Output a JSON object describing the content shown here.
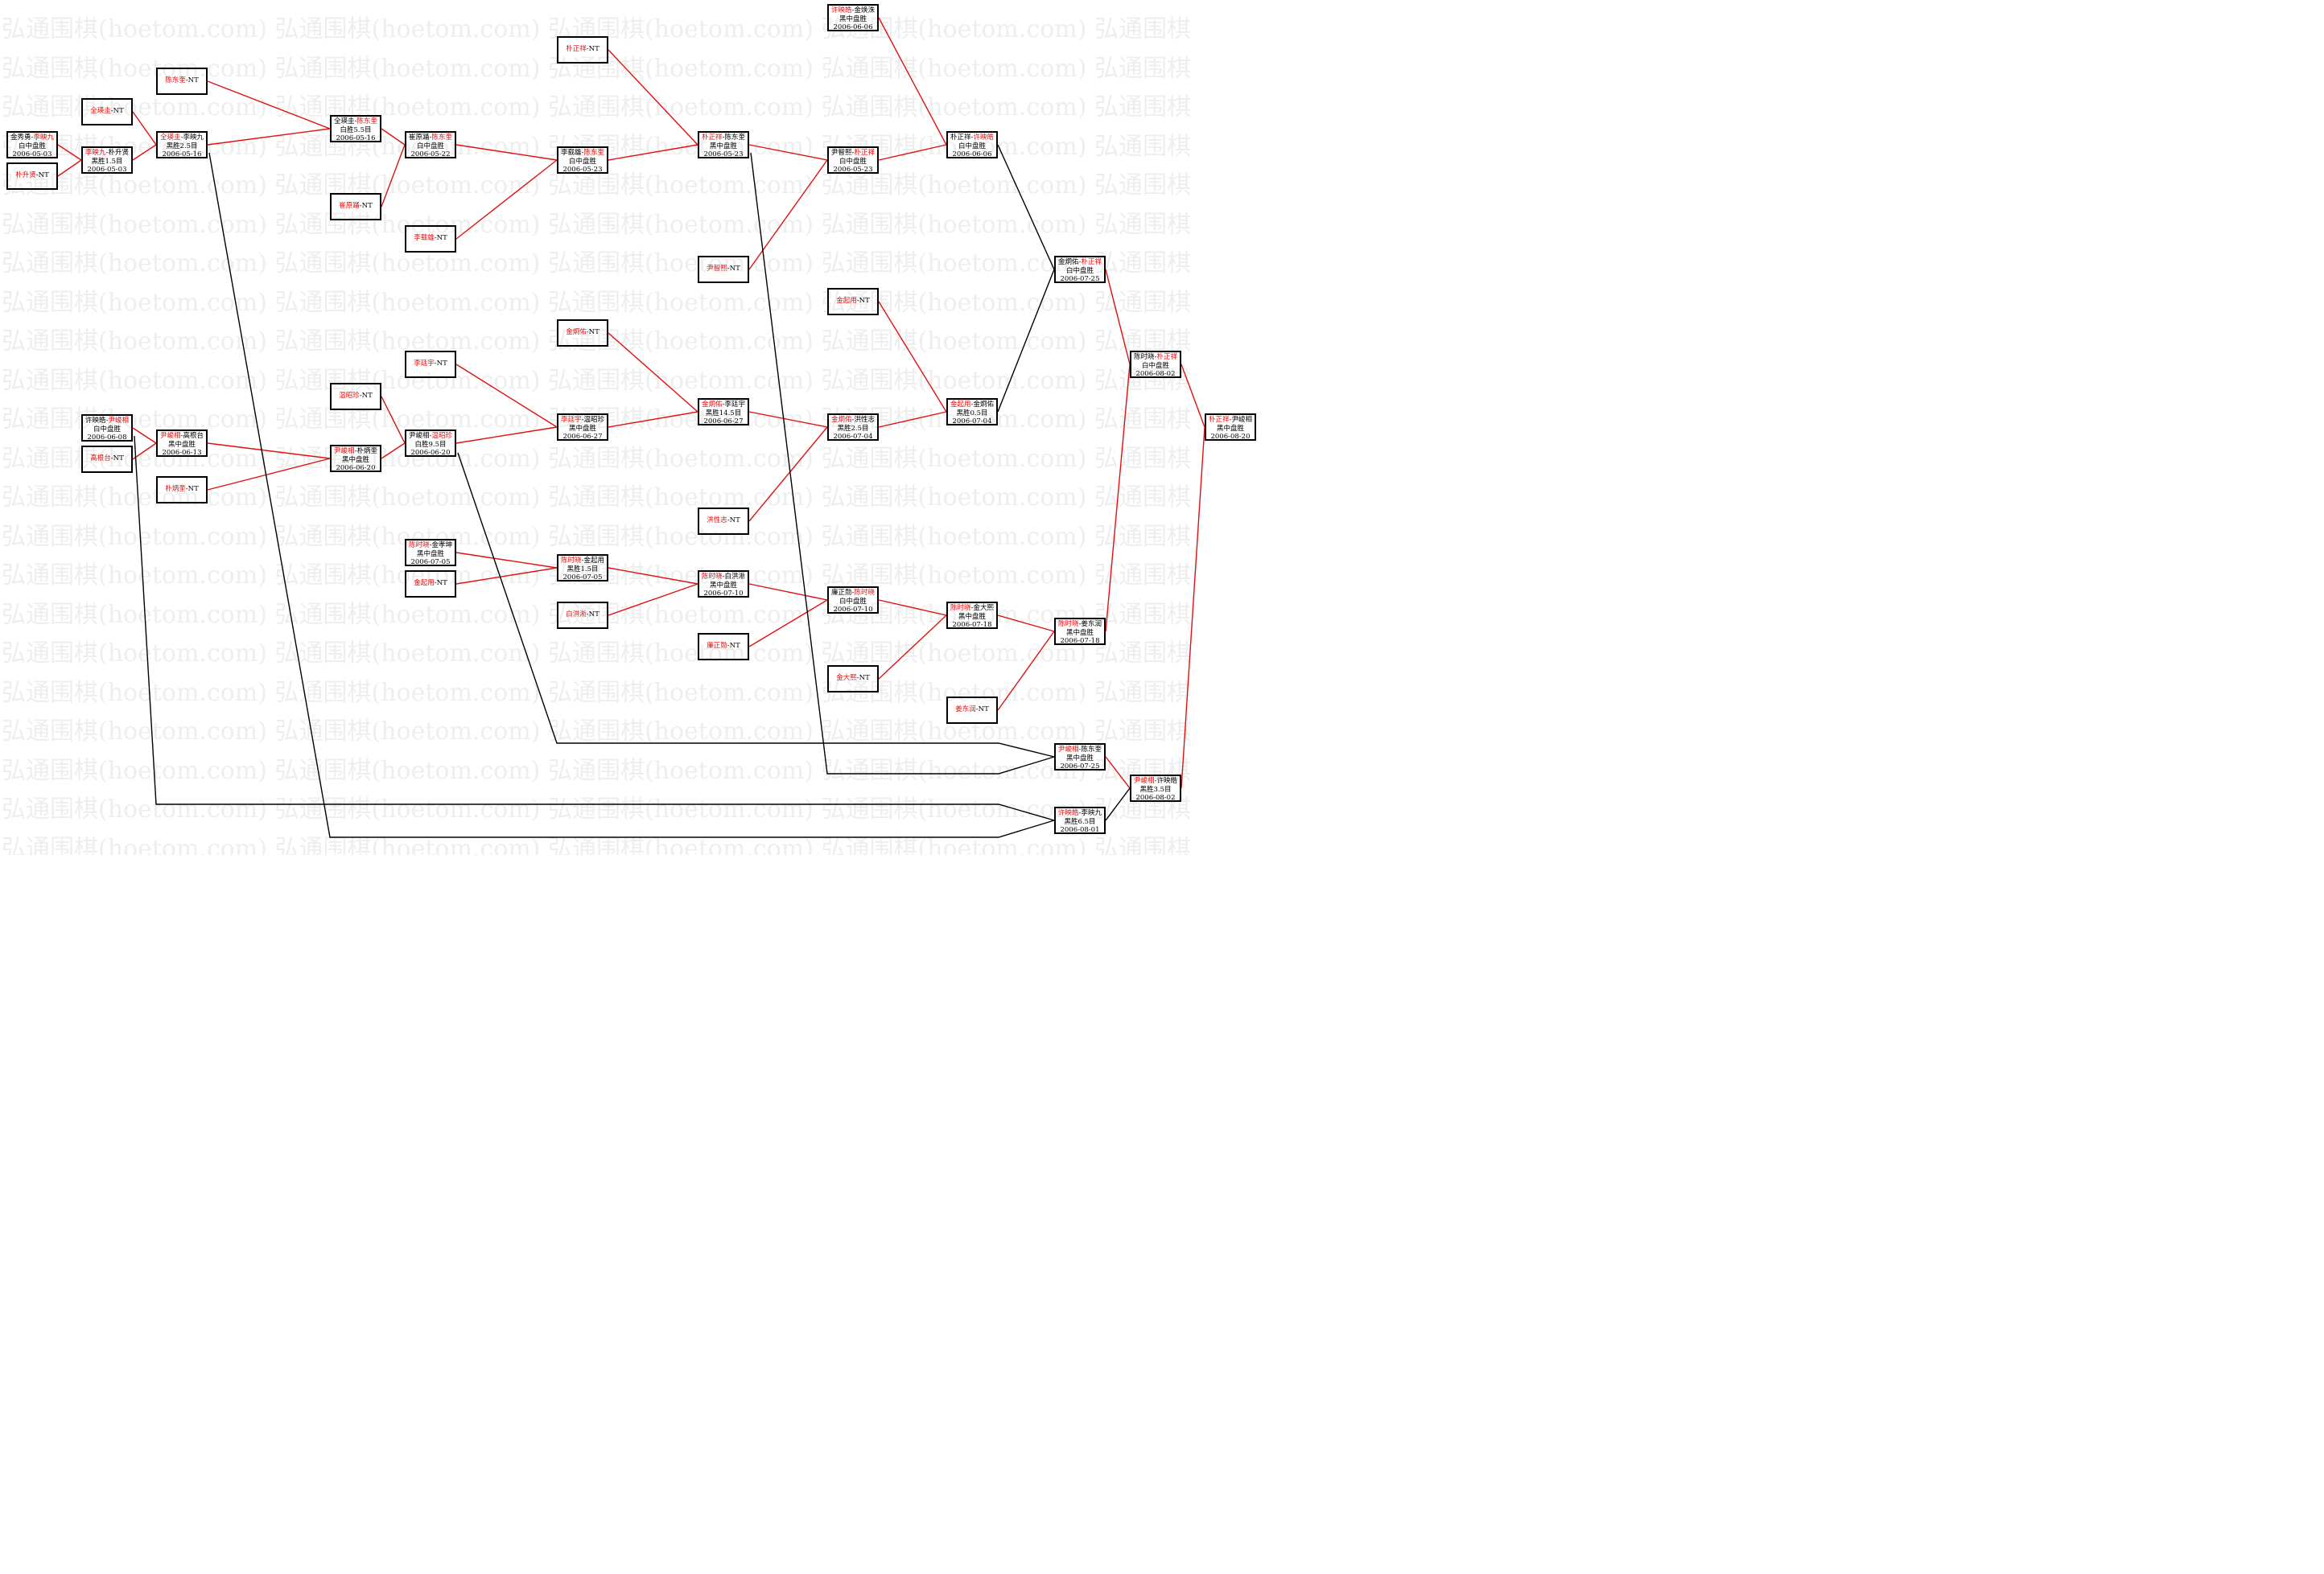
{
  "watermark": "弘通围棋(hoetom.com) 弘通围棋(hoetom.com) 弘通围棋(hoetom.com) 弘通围棋(hoetom.com) 弘通围棋",
  "colors": {
    "winner_line": "#e01010",
    "loser_line": "#000000",
    "winner_text": "#e01010"
  },
  "nodes": [
    {
      "id": "n1",
      "p1": "金秀勇",
      "p2": "李映九",
      "win": 2,
      "result": "白中盘胜",
      "date": "2006-05-03"
    },
    {
      "id": "s1",
      "p1": "朴升贤",
      "win": 1,
      "seed": "NT"
    },
    {
      "id": "s2",
      "p1": "全瑛圭",
      "win": 1,
      "seed": "NT"
    },
    {
      "id": "n2",
      "p1": "李映九",
      "p2": "朴升贤",
      "win": 1,
      "result": "黑胜1.5目",
      "date": "2006-05-03"
    },
    {
      "id": "s3",
      "p1": "陈东奎",
      "win": 1,
      "seed": "NT"
    },
    {
      "id": "n3",
      "p1": "全瑛圭",
      "p2": "李映九",
      "win": 1,
      "result": "黑胜2.5目",
      "date": "2006-05-16"
    },
    {
      "id": "n4",
      "p1": "全瑛圭",
      "p2": "陈东奎",
      "win": 2,
      "result": "白胜5.5目",
      "date": "2006-05-16"
    },
    {
      "id": "s4",
      "p1": "崔原踊",
      "win": 1,
      "seed": "NT"
    },
    {
      "id": "n5",
      "p1": "崔原踊",
      "p2": "陈东奎",
      "win": 2,
      "result": "白中盘胜",
      "date": "2006-05-22"
    },
    {
      "id": "s5",
      "p1": "李载雄",
      "win": 1,
      "seed": "NT"
    },
    {
      "id": "s6",
      "p1": "朴正祥",
      "win": 1,
      "seed": "NT"
    },
    {
      "id": "n6",
      "p1": "李载雄",
      "p2": "陈东奎",
      "win": 2,
      "result": "白中盘胜",
      "date": "2006-05-23"
    },
    {
      "id": "n7",
      "p1": "朴正祥",
      "p2": "陈东奎",
      "win": 1,
      "result": "黑中盘胜",
      "date": "2006-05-23"
    },
    {
      "id": "s7",
      "p1": "尹智熙",
      "win": 1,
      "seed": "NT"
    },
    {
      "id": "n8",
      "p1": "尹智熙",
      "p2": "朴正祥",
      "win": 2,
      "result": "白中盘胜",
      "date": "2006-05-23"
    },
    {
      "id": "n9",
      "p1": "许映皓",
      "p2": "金焕洙",
      "win": 1,
      "result": "黑中盘胜",
      "date": "2006-06-06"
    },
    {
      "id": "n10",
      "p1": "朴正祥",
      "p2": "许映皓",
      "win": 2,
      "result": "白中盘胜",
      "date": "2006-06-06"
    },
    {
      "id": "n11",
      "p1": "金炯佑",
      "p2": "朴正祥",
      "win": 2,
      "result": "白中盘胜",
      "date": "2006-07-25"
    },
    {
      "id": "n12",
      "p1": "许映皓",
      "p2": "尹峻相",
      "win": 2,
      "result": "白中盘胜",
      "date": "2006-06-08"
    },
    {
      "id": "s8",
      "p1": "高根台",
      "win": 1,
      "seed": "NT"
    },
    {
      "id": "n13",
      "p1": "尹峻相",
      "p2": "高根台",
      "win": 1,
      "result": "黑中盘胜",
      "date": "2006-06-13"
    },
    {
      "id": "s9",
      "p1": "朴炳奎",
      "win": 1,
      "seed": "NT"
    },
    {
      "id": "s10",
      "p1": "温昭珍",
      "win": 1,
      "seed": "NT"
    },
    {
      "id": "n14",
      "p1": "尹峻相",
      "p2": "朴炳奎",
      "win": 1,
      "result": "黑中盘胜",
      "date": "2006-06-20"
    },
    {
      "id": "n15",
      "p1": "尹峻相",
      "p2": "温昭珍",
      "win": 2,
      "result": "白胜9.5目",
      "date": "2006-06-20"
    },
    {
      "id": "s11",
      "p1": "李廷宇",
      "win": 1,
      "seed": "NT"
    },
    {
      "id": "s12",
      "p1": "金炯佑",
      "win": 1,
      "seed": "NT"
    },
    {
      "id": "n16",
      "p1": "李廷宇",
      "p2": "温昭珍",
      "win": 1,
      "result": "黑中盘胜",
      "date": "2006-06-27"
    },
    {
      "id": "n17",
      "p1": "金炯佑",
      "p2": "李廷宇",
      "win": 1,
      "result": "黑胜14.5目",
      "date": "2006-06-27"
    },
    {
      "id": "s13",
      "p1": "洪性志",
      "win": 1,
      "seed": "NT"
    },
    {
      "id": "n18",
      "p1": "金炯佑",
      "p2": "洪性志",
      "win": 1,
      "result": "黑胜2.5目",
      "date": "2006-07-04"
    },
    {
      "id": "s14",
      "p1": "金起用",
      "win": 1,
      "seed": "NT"
    },
    {
      "id": "n19",
      "p1": "金起用",
      "p2": "金炯佑",
      "win": 1,
      "result": "黑胜0.5目",
      "date": "2006-07-04"
    },
    {
      "id": "n20",
      "p1": "陈时晓",
      "p2": "金孝坤",
      "win": 1,
      "result": "黑中盘胜",
      "date": "2006-07-05"
    },
    {
      "id": "s15",
      "p1": "金起用",
      "win": 1,
      "seed": "NT"
    },
    {
      "id": "n21",
      "p1": "陈时晓",
      "p2": "金起用",
      "win": 1,
      "result": "黑胜1.5目",
      "date": "2006-07-05"
    },
    {
      "id": "s16",
      "p1": "白洪淅",
      "win": 1,
      "seed": "NT"
    },
    {
      "id": "n22",
      "p1": "陈时晓",
      "p2": "白洪淅",
      "win": 1,
      "result": "黑中盘胜",
      "date": "2006-07-10"
    },
    {
      "id": "s17",
      "p1": "廉正勋",
      "win": 1,
      "seed": "NT"
    },
    {
      "id": "n23",
      "p1": "廉正勋",
      "p2": "陈时晓",
      "win": 2,
      "result": "白中盘胜",
      "date": "2006-07-10"
    },
    {
      "id": "s18",
      "p1": "金大熙",
      "win": 1,
      "seed": "NT"
    },
    {
      "id": "n24",
      "p1": "陈时晓",
      "p2": "金大熙",
      "win": 1,
      "result": "黑中盘胜",
      "date": "2006-07-18"
    },
    {
      "id": "s19",
      "p1": "姜东润",
      "win": 1,
      "seed": "NT"
    },
    {
      "id": "n25",
      "p1": "陈时晓",
      "p2": "姜东润",
      "win": 1,
      "result": "黑中盘胜",
      "date": "2006-07-18"
    },
    {
      "id": "n26",
      "p1": "陈时晓",
      "p2": "朴正祥",
      "win": 2,
      "result": "白中盘胜",
      "date": "2006-08-02"
    },
    {
      "id": "n27",
      "p1": "尹峻相",
      "p2": "陈东奎",
      "win": 1,
      "result": "黑中盘胜",
      "date": "2006-07-25"
    },
    {
      "id": "n28",
      "p1": "许映皓",
      "p2": "李映九",
      "win": 1,
      "result": "黑胜6.5目",
      "date": "2006-08-01"
    },
    {
      "id": "n29",
      "p1": "尹峻相",
      "p2": "许映皓",
      "win": 1,
      "result": "黑胜3.5目",
      "date": "2006-08-02"
    },
    {
      "id": "n30",
      "p1": "朴正祥",
      "p2": "尹峻相",
      "win": 1,
      "result": "黑中盘胜",
      "date": "2006-08-20"
    }
  ]
}
